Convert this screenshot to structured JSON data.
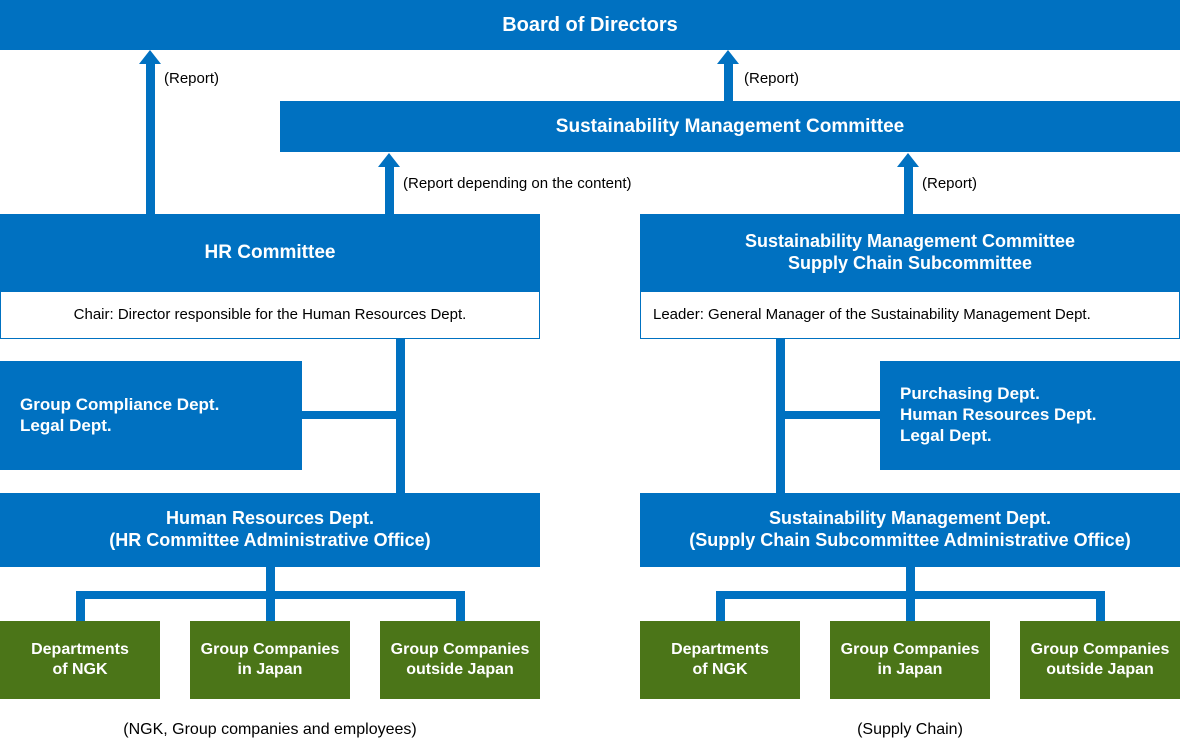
{
  "diagram": {
    "title": "Board of Directors",
    "colors": {
      "primary_blue": "#0071c1",
      "green": "#4b7518",
      "white": "#ffffff",
      "text_black": "#000000"
    },
    "top": {
      "board_of_directors": "Board of Directors",
      "sustainability_management_committee": "Sustainability Management Committee"
    },
    "arrow_labels": {
      "hr_to_board": "(Report)",
      "smc_to_board": "(Report)",
      "hr_to_smc": "(Report depending on the content)",
      "subcommittee_to_smc": "(Report)"
    },
    "left_branch": {
      "committee_title": "HR Committee",
      "committee_note": "Chair: Director responsible for the Human Resources Dept.",
      "support_depts": "Group Compliance Dept.\nLegal Dept.",
      "support_depts_lines": [
        "Group Compliance Dept.",
        "Legal Dept."
      ],
      "admin_office_line1": "Human Resources Dept.",
      "admin_office_line2": "(HR Committee Administrative Office)",
      "targets": [
        "Departments\nof NGK",
        "Group Companies\nin Japan",
        "Group Companies\noutside Japan"
      ],
      "targets_lines": [
        [
          "Departments",
          "of NGK"
        ],
        [
          "Group Companies",
          "in Japan"
        ],
        [
          "Group Companies",
          "outside Japan"
        ]
      ],
      "footer": "(NGK, Group companies and employees)"
    },
    "right_branch": {
      "committee_title_line1": "Sustainability Management Committee",
      "committee_title_line2": "Supply Chain Subcommittee",
      "committee_note": "Leader: General Manager of the Sustainability Management Dept.",
      "support_depts_lines": [
        "Purchasing Dept.",
        "Human Resources Dept.",
        "Legal Dept."
      ],
      "admin_office_line1": "Sustainability Management Dept.",
      "admin_office_line2": "(Supply Chain Subcommittee Administrative Office)",
      "targets_lines": [
        [
          "Departments",
          "of NGK"
        ],
        [
          "Group Companies",
          "in Japan"
        ],
        [
          "Group Companies",
          "outside Japan"
        ]
      ],
      "footer": "(Supply Chain)"
    }
  }
}
